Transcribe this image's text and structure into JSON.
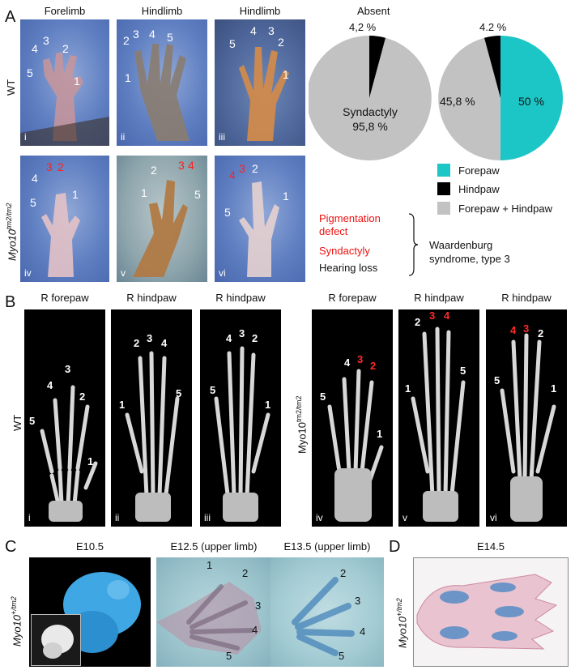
{
  "panel_A": {
    "label": "A",
    "col_titles": [
      "Forelimb",
      "Hindlimb",
      "Hindlimb"
    ],
    "row_labels": {
      "wt": "WT",
      "mut_base": "Myo10",
      "mut_sup": "tm2/tm2"
    },
    "photos_top": [
      {
        "roman": "i",
        "digits": [
          {
            "t": "4",
            "red": false
          },
          {
            "t": "3",
            "red": false
          },
          {
            "t": "2",
            "red": false
          },
          {
            "t": "5",
            "red": false
          },
          {
            "t": "1",
            "red": false
          }
        ]
      },
      {
        "roman": "ii",
        "digits": [
          {
            "t": "2",
            "red": false
          },
          {
            "t": "3",
            "red": false
          },
          {
            "t": "4",
            "red": false
          },
          {
            "t": "5",
            "red": false
          },
          {
            "t": "1",
            "red": false
          }
        ]
      },
      {
        "roman": "iii",
        "digits": [
          {
            "t": "4",
            "red": false
          },
          {
            "t": "3",
            "red": false
          },
          {
            "t": "5",
            "red": false
          },
          {
            "t": "2",
            "red": false
          },
          {
            "t": "1",
            "red": false
          }
        ]
      }
    ],
    "photos_bottom": [
      {
        "roman": "iv",
        "digits": [
          {
            "t": "3",
            "red": true
          },
          {
            "t": "2",
            "red": true
          },
          {
            "t": "4",
            "red": false
          },
          {
            "t": "5",
            "red": false
          },
          {
            "t": "1",
            "red": false
          }
        ]
      },
      {
        "roman": "v",
        "digits": [
          {
            "t": "3",
            "red": true
          },
          {
            "t": "4",
            "red": true
          },
          {
            "t": "2",
            "red": false
          },
          {
            "t": "1",
            "red": false
          },
          {
            "t": "5",
            "red": false
          }
        ]
      },
      {
        "roman": "vi",
        "digits": [
          {
            "t": "4",
            "red": true
          },
          {
            "t": "3",
            "red": true
          },
          {
            "t": "2",
            "red": false
          },
          {
            "t": "5",
            "red": false
          },
          {
            "t": "1",
            "red": false
          }
        ]
      }
    ],
    "pie1": {
      "absent_label": "Absent",
      "absent_pct": "4,2 %",
      "main_label": "Syndactyly",
      "main_pct": "95,8 %"
    },
    "pie2": {
      "top_pct": "4.2 %",
      "left_pct": "45,8 %",
      "right_pct": "50 %"
    },
    "legend": [
      {
        "label": "Forepaw",
        "color": "#1dc6c6"
      },
      {
        "label": "Hindpaw",
        "color": "#000000"
      },
      {
        "label": "Forepaw + Hindpaw",
        "color": "#c2c2c2"
      }
    ],
    "symptoms": {
      "line1a": "Pigmentation",
      "line1b": "defect",
      "line2": "Syndactyly",
      "line3": "Hearing loss"
    },
    "syndrome": {
      "line1": "Waardenburg",
      "line2": "syndrome, type 3"
    }
  },
  "panel_B": {
    "label": "B",
    "row_label_wt": "WT",
    "row_label_mut_base": "Myo10",
    "row_label_mut_sup": "tm2/tm2",
    "xrays": [
      {
        "title": "R forepaw",
        "roman": "i",
        "digits": [
          {
            "t": "3",
            "red": false
          },
          {
            "t": "4",
            "red": false
          },
          {
            "t": "2",
            "red": false
          },
          {
            "t": "5",
            "red": false
          },
          {
            "t": "1",
            "red": false
          }
        ]
      },
      {
        "title": "R hindpaw",
        "roman": "ii",
        "digits": [
          {
            "t": "2",
            "red": false
          },
          {
            "t": "3",
            "red": false
          },
          {
            "t": "4",
            "red": false
          },
          {
            "t": "5",
            "red": false
          },
          {
            "t": "1",
            "red": false
          }
        ]
      },
      {
        "title": "R hindpaw",
        "roman": "iii",
        "digits": [
          {
            "t": "4",
            "red": false
          },
          {
            "t": "3",
            "red": false
          },
          {
            "t": "2",
            "red": false
          },
          {
            "t": "5",
            "red": false
          },
          {
            "t": "1",
            "red": false
          }
        ]
      },
      {
        "title": "R forepaw",
        "roman": "iv",
        "digits": [
          {
            "t": "4",
            "red": false
          },
          {
            "t": "3",
            "red": true
          },
          {
            "t": "2",
            "red": true
          },
          {
            "t": "5",
            "red": false
          },
          {
            "t": "1",
            "red": false
          }
        ]
      },
      {
        "title": "R hindpaw",
        "roman": "v",
        "digits": [
          {
            "t": "2",
            "red": false
          },
          {
            "t": "3",
            "red": true
          },
          {
            "t": "4",
            "red": true
          },
          {
            "t": "5",
            "red": false
          },
          {
            "t": "1",
            "red": false
          }
        ]
      },
      {
        "title": "R hindpaw",
        "roman": "vi",
        "digits": [
          {
            "t": "4",
            "red": true
          },
          {
            "t": "3",
            "red": true
          },
          {
            "t": "2",
            "red": false
          },
          {
            "t": "5",
            "red": false
          },
          {
            "t": "1",
            "red": false
          }
        ]
      }
    ]
  },
  "panel_C": {
    "label": "C",
    "row_label_base": "Myo10",
    "row_label_sup": "+/tm2",
    "titles": [
      "E10.5",
      "E12.5 (upper limb)",
      "E13.5 (upper limb)"
    ],
    "e125_digits": [
      "1",
      "2",
      "3",
      "4",
      "5"
    ],
    "e135_digits": [
      "2",
      "3",
      "4",
      "5"
    ]
  },
  "panel_D": {
    "label": "D",
    "title": "E14.5",
    "row_label_base": "Myo10",
    "row_label_sup": "+/tm2"
  }
}
